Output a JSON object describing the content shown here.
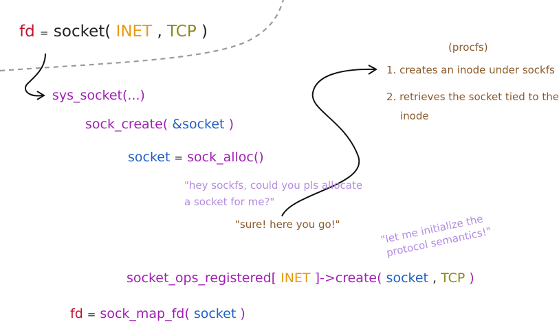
{
  "line1": {
    "fd": "fd",
    "eq": "=",
    "func": "socket(",
    "inet": "INET",
    "comma": ",",
    "tcp": "TCP",
    "close": ")"
  },
  "line2": {
    "text": "sys_socket(...)"
  },
  "line3": {
    "func": "sock_create(",
    "arg": "&socket",
    "close": ")"
  },
  "line4": {
    "var": "socket",
    "eq": "=",
    "func": "sock_alloc()"
  },
  "quote1": {
    "line1": "\"hey sockfs, could you pls allocate",
    "line2": "a socket for me?\""
  },
  "quote2": {
    "text": "\"sure! here you go!\""
  },
  "quote3": {
    "line1": "\"let me initialize the",
    "line2": "protocol semantics!\""
  },
  "procfs": {
    "title": "(procfs)",
    "item1": "1. creates an inode under sockfs",
    "item2_line1": "2. retrieves the socket tied to the",
    "item2_line2": "inode"
  },
  "line5": {
    "func": "socket_ops_registered[",
    "inet": "INET",
    "arrow": "]->create(",
    "socket": "socket",
    "comma": ",",
    "tcp": "TCP",
    "close": ")"
  },
  "line6": {
    "fd": "fd",
    "eq": "=",
    "func": "sock_map_fd(",
    "socket": "socket",
    "close": ")"
  },
  "colors": {
    "red": "#c0152f",
    "orange": "#e89a12",
    "olive": "#8c8a1c",
    "purple": "#a11fb5",
    "blue": "#1f5fc6",
    "lavender": "#b48be0",
    "brown": "#8a5a2b",
    "dash": "#9a9a9a"
  }
}
